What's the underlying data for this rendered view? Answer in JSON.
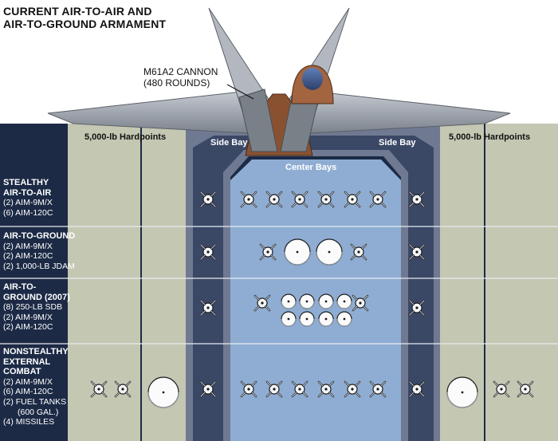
{
  "title": {
    "line1": "CURRENT AIR-TO-AIR AND",
    "line2": "AIR-TO-GROUND ARMAMENT"
  },
  "callout": {
    "line1": "M61A2 CANNON",
    "line2": "(480 ROUNDS)"
  },
  "headers": {
    "hardpoints_left": "5,000-lb Hardpoints",
    "side_bay_left": "Side Bay",
    "center_bays": "Center Bays",
    "side_bay_right": "Side Bay",
    "hardpoints_right": "5,000-lb Hardpoints"
  },
  "rows": [
    {
      "caption": [
        "STEALTHY",
        "AIR-TO-AIR"
      ],
      "items": [
        "(2) AIM-9M/X",
        "(6) AIM-120C"
      ]
    },
    {
      "caption": [
        "AIR-TO-GROUND"
      ],
      "items": [
        "(2) AIM-9M/X",
        "(2) AIM-120C",
        "(2) 1,000-LB JDAM"
      ]
    },
    {
      "caption": [
        "AIR-TO-",
        "GROUND (2007)"
      ],
      "items": [
        "(8) 250-LB SDB",
        "(2) AIM-9M/X",
        "(2) AIM-120C"
      ]
    },
    {
      "caption": [
        "NONSTEALTHY",
        "EXTERNAL",
        "COMBAT"
      ],
      "items": [
        "(2) AIM-9M/X",
        "(6) AIM-120C",
        "(2) FUEL TANKS",
        "(600 GAL.)",
        "(4) MISSILES"
      ]
    }
  ],
  "colors": {
    "navy": "#1c2a45",
    "khaki": "#c4c7b2",
    "side_bay_outer": "#6f7a92",
    "side_bay_inner": "#3a4866",
    "center_bay": "#8fadd3",
    "aircraft_body": "#9aa0a8",
    "aircraft_copper": "#8a5130"
  },
  "icons": [
    "aim-9-missile-icon",
    "aim-120-missile-icon",
    "jdam-bomb-icon",
    "sdb-bomb-icon",
    "fuel-tank-icon",
    "m61a2-cannon",
    "f22-aircraft"
  ]
}
